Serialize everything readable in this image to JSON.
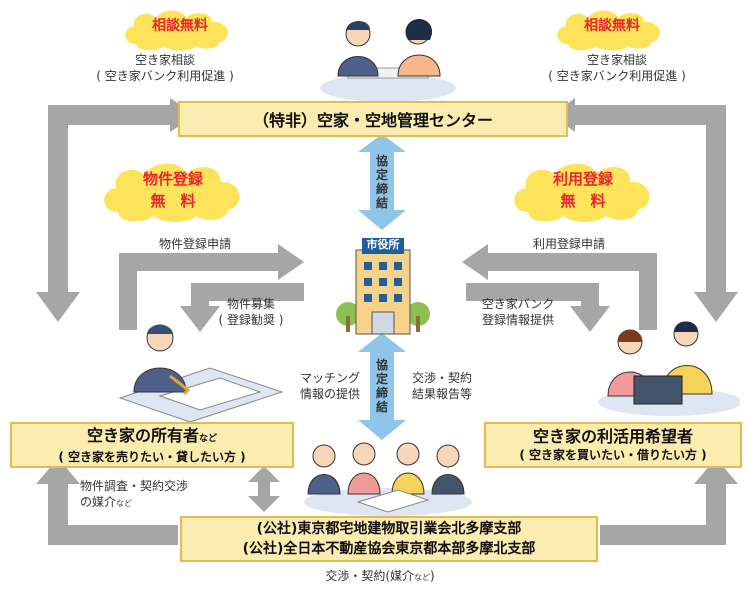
{
  "free_consult_badges": [
    "相談無料",
    "相談無料"
  ],
  "consult_note_left": {
    "line1": "空き家相談",
    "line2": "( 空き家バンク利用促進 )"
  },
  "consult_note_right": {
    "line1": "空き家相談",
    "line2": "( 空き家バンク利用促進 )"
  },
  "center_box": "（特非）空家・空地管理センター",
  "agreement_label_top": "協定締結",
  "agreement_label_bottom": "協定締結",
  "property_badge": {
    "line1": "物件登録",
    "line2": "無　料"
  },
  "usage_badge": {
    "line1": "利用登録",
    "line2": "無　料"
  },
  "city_hall_sign": "市役所",
  "property_apply": "物件登録申請",
  "usage_apply": "利用登録申請",
  "property_recruit": {
    "line1": "物件募集",
    "line2": "( 登録勧奨 )"
  },
  "bank_info": {
    "line1": "空き家バンク",
    "line2": "登録情報提供"
  },
  "matching": {
    "line1": "マッチング",
    "line2": "情報の提供"
  },
  "negotiation_report": {
    "line1": "交渉・契約",
    "line2": "結果報告等"
  },
  "owner_box": {
    "title": "空き家の所有者",
    "title_suffix": "など",
    "sub": "( 空き家を売りたい・貸したい方 )"
  },
  "user_box": {
    "title": "空き家の利活用希望者",
    "sub": "( 空き家を買いたい・借りたい方 )"
  },
  "mediation_note": {
    "line1": "物件調査・契約交渉",
    "line2": "の媒介",
    "line2_suffix": "など"
  },
  "realtor_box": {
    "line1": "(公社)東京都宅地建物取引業会北多摩支部",
    "line2": "(公社)全日本不動産協会東京都本部多摩北支部"
  },
  "bottom_label": {
    "text": "交渉・契約(媒介",
    "suffix": "など",
    "close": ")"
  },
  "colors": {
    "box_fill": "#fcecb0",
    "box_border": "#e4bb52",
    "arrow_gray": "#a6a6a6",
    "arrow_blue": "#8ec5e8",
    "cloud_yellow": "#fde35a",
    "badge_red": "#e8272b"
  }
}
